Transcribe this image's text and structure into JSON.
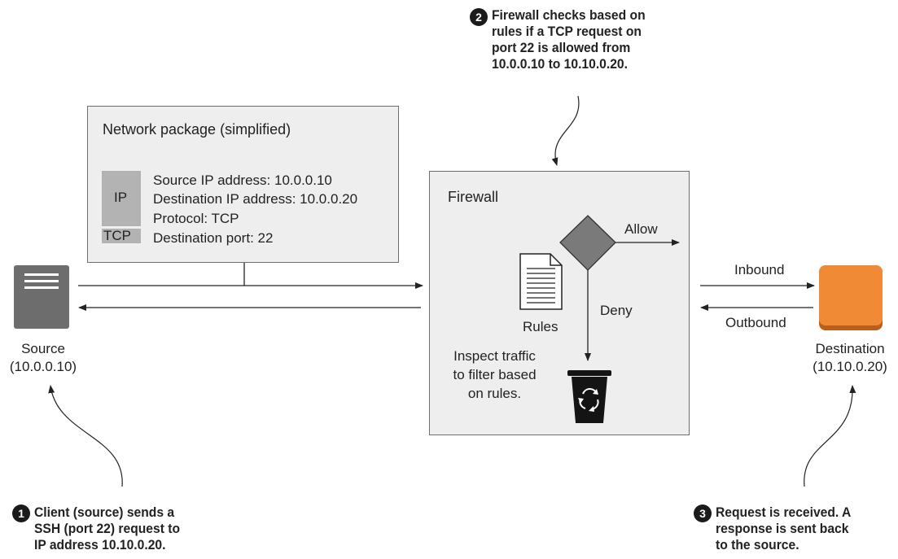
{
  "network_package": {
    "title": "Network package (simplified)",
    "ip_label": "IP",
    "tcp_label": "TCP",
    "fields": [
      "Source IP address: 10.0.0.10",
      "Destination IP address: 10.0.0.20",
      "Protocol: TCP",
      "Destination port: 22"
    ]
  },
  "firewall": {
    "title": "Firewall",
    "allow_label": "Allow",
    "deny_label": "Deny",
    "rules_label": "Rules",
    "inspect_lines": [
      "Inspect traffic",
      "to filter based",
      "on rules."
    ]
  },
  "source": {
    "name": "Source",
    "ip": "(10.0.0.10)"
  },
  "destination": {
    "name": "Destination",
    "ip": "(10.10.0.20)"
  },
  "flows": {
    "inbound": "Inbound",
    "outbound": "Outbound"
  },
  "callouts": [
    {
      "number": "1",
      "lines": [
        "Client (source) sends a",
        "SSH (port 22) request to",
        "IP address 10.10.0.20."
      ]
    },
    {
      "number": "2",
      "lines": [
        "Firewall checks based on",
        "rules if a TCP request on",
        "port 22 is allowed from",
        "10.0.0.10 to 10.10.0.20."
      ]
    },
    {
      "number": "3",
      "lines": [
        "Request is received. A",
        "response is sent back",
        "to the source."
      ]
    }
  ],
  "colors": {
    "box_fill": "#eeeeee",
    "server_gray": "#6d6d6d",
    "destination_orange": "#f08a34",
    "diamond_gray": "#7a7a7a",
    "packet_ip_gray": "#b3b3b3"
  }
}
